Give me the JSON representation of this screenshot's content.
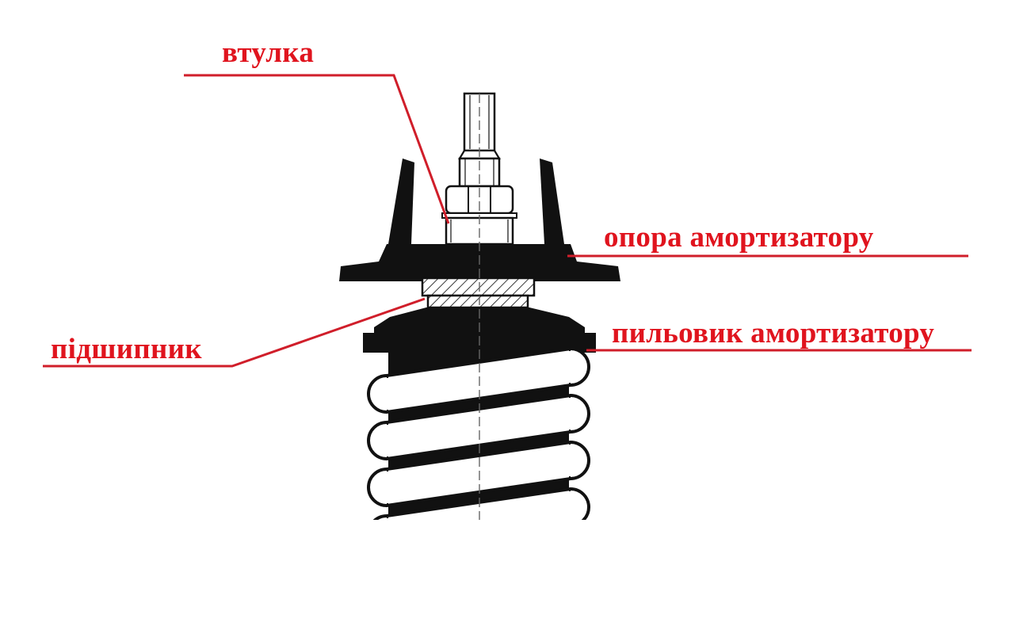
{
  "labels": {
    "bushing": "втулка",
    "strut_mount": "опора амортизатору",
    "bearing": "підшипник",
    "dust_boot": "пильовик амортизатору"
  },
  "colors": {
    "label_text": "#e0141e",
    "leader_line": "#d01e2a",
    "part_fill": "#111111",
    "background": "#ffffff"
  }
}
